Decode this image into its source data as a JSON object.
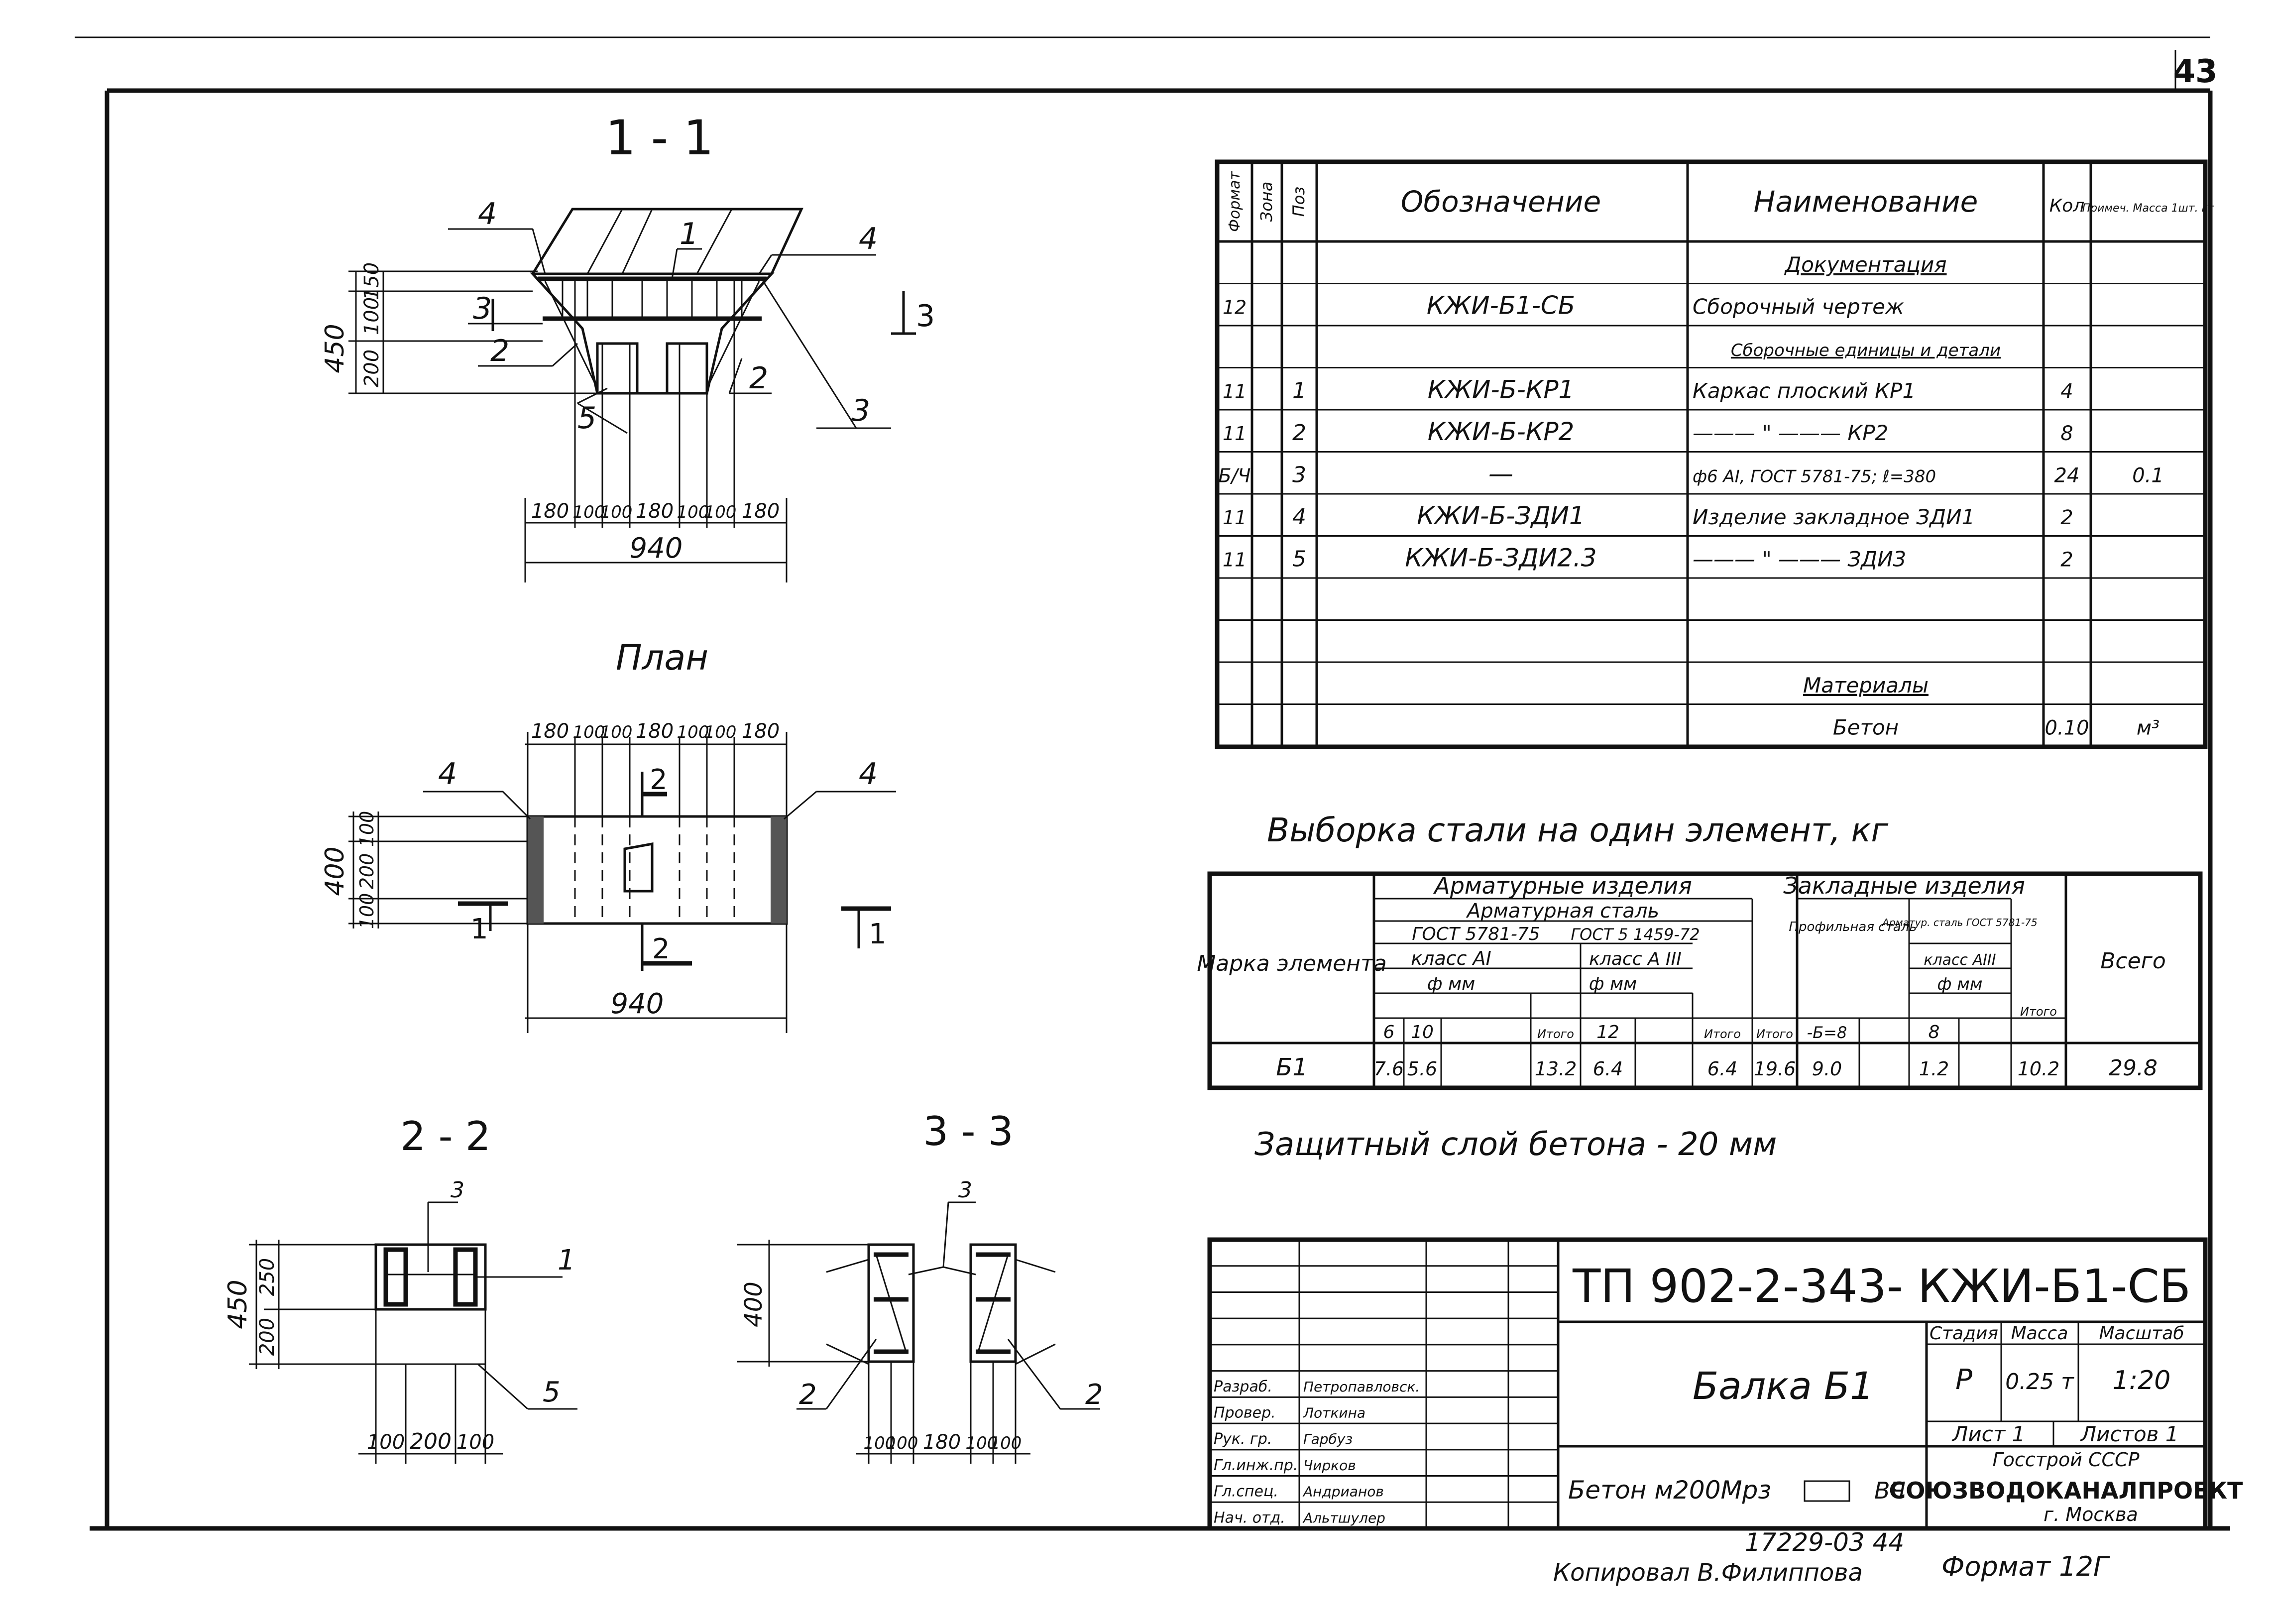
{
  "sheet": {
    "number": "43",
    "format": "Формат 12Г",
    "copied_by": "Копировал В.Филиппова",
    "archive_no": "17229-03  44"
  },
  "drawing": {
    "section_11": {
      "title": "1 - 1",
      "dim_vertical": [
        "450",
        "150",
        "100",
        "200"
      ],
      "dim_horizontal": [
        "180",
        "100",
        "100",
        "180",
        "100",
        "100",
        "180"
      ],
      "dim_total": "940",
      "callouts": [
        "4",
        "4",
        "1",
        "3",
        "2",
        "2",
        "5",
        "3",
        "3"
      ]
    },
    "plan": {
      "title": "План",
      "dim_top": [
        "180",
        "100",
        "100",
        "180",
        "100",
        "100",
        "180"
      ],
      "dim_vertical": [
        "400",
        "100",
        "200",
        "100"
      ],
      "dim_total": "940",
      "callouts": [
        "4",
        "4",
        "1",
        "1",
        "2",
        "2"
      ]
    },
    "section_22": {
      "title": "2 - 2",
      "dim_vertical": [
        "450",
        "250",
        "200"
      ],
      "dim_bottom": [
        "100",
        "200",
        "100"
      ],
      "callouts": [
        "3",
        "1",
        "5"
      ]
    },
    "section_33": {
      "title": "3 - 3",
      "dim_vertical": [
        "400"
      ],
      "dim_bottom": [
        "100",
        "100",
        "180",
        "100",
        "100"
      ],
      "callouts": [
        "3",
        "2",
        "2"
      ]
    }
  },
  "spec_table": {
    "headers": [
      "Формат",
      "Зона",
      "Поз",
      "Обозначение",
      "Наименование",
      "Кол",
      "Примеч. Масса 1шт. кг"
    ],
    "rows": [
      {
        "fmt": "",
        "zone": "",
        "pos": "",
        "code": "",
        "name": "Документация",
        "qty": "",
        "note": "",
        "underline": true
      },
      {
        "fmt": "12",
        "zone": "",
        "pos": "",
        "code": "КЖИ-Б1-СБ",
        "name": "Сборочный чертеж",
        "qty": "",
        "note": ""
      },
      {
        "fmt": "",
        "zone": "",
        "pos": "",
        "code": "",
        "name": "Сборочные единицы и детали",
        "qty": "",
        "note": "",
        "underline": true
      },
      {
        "fmt": "11",
        "zone": "",
        "pos": "1",
        "code": "КЖИ-Б-КР1",
        "name": "Каркас плоский КР1",
        "qty": "4",
        "note": ""
      },
      {
        "fmt": "11",
        "zone": "",
        "pos": "2",
        "code": "КЖИ-Б-КР2",
        "name": "——— \" ——— КР2",
        "qty": "8",
        "note": ""
      },
      {
        "fmt": "Б/Ч",
        "zone": "",
        "pos": "3",
        "code": "—",
        "name": "ф6 AI, ГОСТ 5781-75; ℓ=380",
        "qty": "24",
        "note": "0.1"
      },
      {
        "fmt": "11",
        "zone": "",
        "pos": "4",
        "code": "КЖИ-Б-ЗДИ1",
        "name": "Изделие закладное ЗДИ1",
        "qty": "2",
        "note": ""
      },
      {
        "fmt": "11",
        "zone": "",
        "pos": "5",
        "code": "КЖИ-Б-ЗДИ2.3",
        "name": "——— \" ——— ЗДИ3",
        "qty": "2",
        "note": ""
      },
      {
        "fmt": "",
        "zone": "",
        "pos": "",
        "code": "",
        "name": "",
        "qty": "",
        "note": ""
      },
      {
        "fmt": "",
        "zone": "",
        "pos": "",
        "code": "",
        "name": "",
        "qty": "",
        "note": ""
      },
      {
        "fmt": "",
        "zone": "",
        "pos": "",
        "code": "",
        "name": "Материалы",
        "qty": "",
        "note": "",
        "underline": true
      },
      {
        "fmt": "",
        "zone": "",
        "pos": "",
        "code": "",
        "name": "Бетон",
        "qty": "0.10",
        "note": "м³"
      }
    ]
  },
  "steel": {
    "title": "Выборка стали на один элемент, кг",
    "h_armatur_izd": "Арматурные изделия",
    "h_zaklad_izd": "Закладные изделия",
    "h_armatur_stal": "Арматурная сталь",
    "h_gost1": "ГОСТ 5781-75",
    "h_klass1": "класс АI",
    "h_phi1": "ф мм",
    "h_gost2": "ГОСТ 5 1459-72",
    "h_klass2": "класс А III",
    "h_phi2": "ф мм",
    "h_prof": "Профильная сталь",
    "h_zak_ar": "Арматур. сталь ГОСТ 5781-75",
    "h_klass3": "класс АIII",
    "h_phi3": "ф мм",
    "h_marka": "Марка элемента",
    "h_vsego": "Всего",
    "sub": [
      "6",
      "10",
      "Итого",
      "12",
      "Итого",
      "Итого",
      "-Б=8",
      "8",
      "Итого"
    ],
    "row": {
      "mark": "Б1",
      "c6": "7.6",
      "c10": "5.6",
      "it1": "13.2",
      "c12": "6.4",
      "it2": "6.4",
      "it3": "19.6",
      "prof": "9.0",
      "c8": "1.2",
      "it4": "10.2",
      "total": "29.8"
    }
  },
  "note_text": "Защитный слой бетона - 20 мм",
  "title_block": {
    "code": "ТП 902-2-343- КЖИ-Б1-СБ",
    "name": "Балка Б1",
    "material": "Бетон м200Мрз",
    "material_suffix": "ВЧ",
    "stage_label": "Стадия",
    "mass_label": "Масса",
    "scale_label": "Масштаб",
    "stage": "Р",
    "mass": "0.25 т",
    "scale": "1:20",
    "sheet_label": "Лист 1",
    "sheets_label": "Листов 1",
    "org1": "Госстрой СССР",
    "org2": "СОЮЗВОДОКАНАЛПРОЕКТ",
    "org3": "г. Москва",
    "roles": [
      {
        "role": "Разраб.",
        "name": "Петропавловск."
      },
      {
        "role": "Провер.",
        "name": "Лоткина"
      },
      {
        "role": "Рук. гр.",
        "name": "Гарбуз"
      },
      {
        "role": "Гл.инж.пр.",
        "name": "Чирков"
      },
      {
        "role": "Гл.спец.",
        "name": "Андрианов"
      },
      {
        "role": "Нач. отд.",
        "name": "Альтшулер"
      }
    ]
  }
}
